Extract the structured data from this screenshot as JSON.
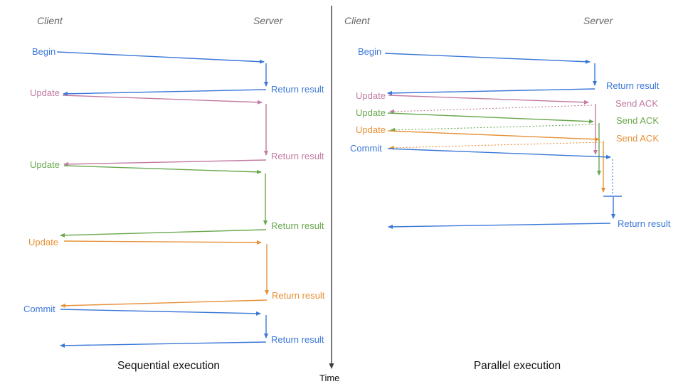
{
  "colors": {
    "blue": "#3c78d8",
    "pink": "#c27ba0",
    "green": "#6aa84f",
    "orange": "#e69138",
    "axis": "#3d3d3d",
    "header": "#666666",
    "title": "#111111"
  },
  "time_axis": {
    "label": "Time"
  },
  "panels": {
    "sequential": {
      "title": "Sequential execution",
      "client": "Client",
      "server": "Server",
      "steps": [
        {
          "request": "Begin",
          "response": "Return result"
        },
        {
          "request": "Update",
          "response": "Return result"
        },
        {
          "request": "Update",
          "response": "Return result"
        },
        {
          "request": "Update",
          "response": "Return result"
        },
        {
          "request": "Commit",
          "response": "Return result"
        }
      ]
    },
    "parallel": {
      "title": "Parallel execution",
      "client": "Client",
      "server": "Server",
      "steps": [
        {
          "request": "Begin",
          "response": "Return result"
        },
        {
          "request": "Update",
          "response": "Send ACK"
        },
        {
          "request": "Update",
          "response": "Send ACK"
        },
        {
          "request": "Update",
          "response": "Send ACK"
        },
        {
          "request": "Commit",
          "response": "Return result"
        }
      ]
    }
  }
}
